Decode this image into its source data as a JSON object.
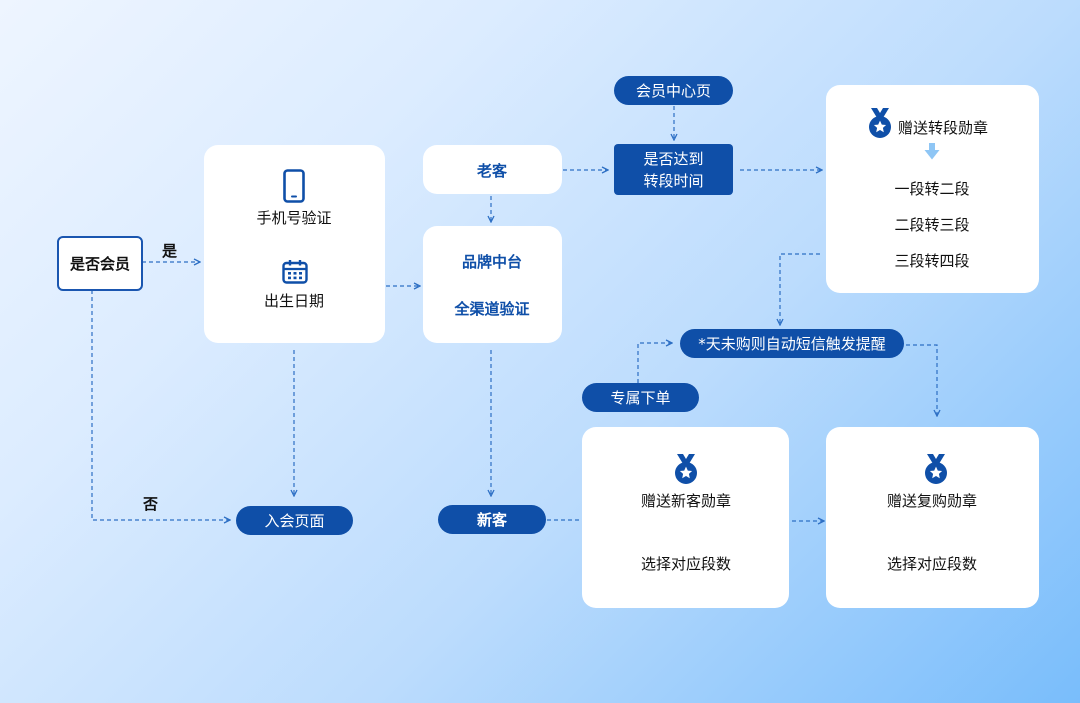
{
  "start": {
    "label": "是否会员"
  },
  "branch": {
    "yes": "是",
    "no": "否"
  },
  "verify": {
    "phone_label": "手机号验证",
    "birthday_label": "出生日期"
  },
  "join_page": "入会页面",
  "old_customer": "老客",
  "new_customer": "新客",
  "platform": {
    "line1": "品牌中台",
    "line2": "全渠道验证"
  },
  "member_center": "会员中心页",
  "check_upgrade": {
    "line1": "是否达到",
    "line2": "转段时间"
  },
  "upgrade_badge": {
    "title": "赠送转段勋章",
    "items": [
      "一段转二段",
      "二段转三段",
      "三段转四段"
    ]
  },
  "sms_reminder": "*天未购则自动短信触发提醒",
  "exclusive_order": "专属下单",
  "new_badge": {
    "title": "赠送新客勋章",
    "choose": "选择对应段数"
  },
  "repeat_badge": {
    "title": "赠送复购勋章",
    "choose": "选择对应段数"
  },
  "colors": {
    "primary": "#0f4fa8",
    "line": "#2d6fc4",
    "card": "#ffffff"
  }
}
